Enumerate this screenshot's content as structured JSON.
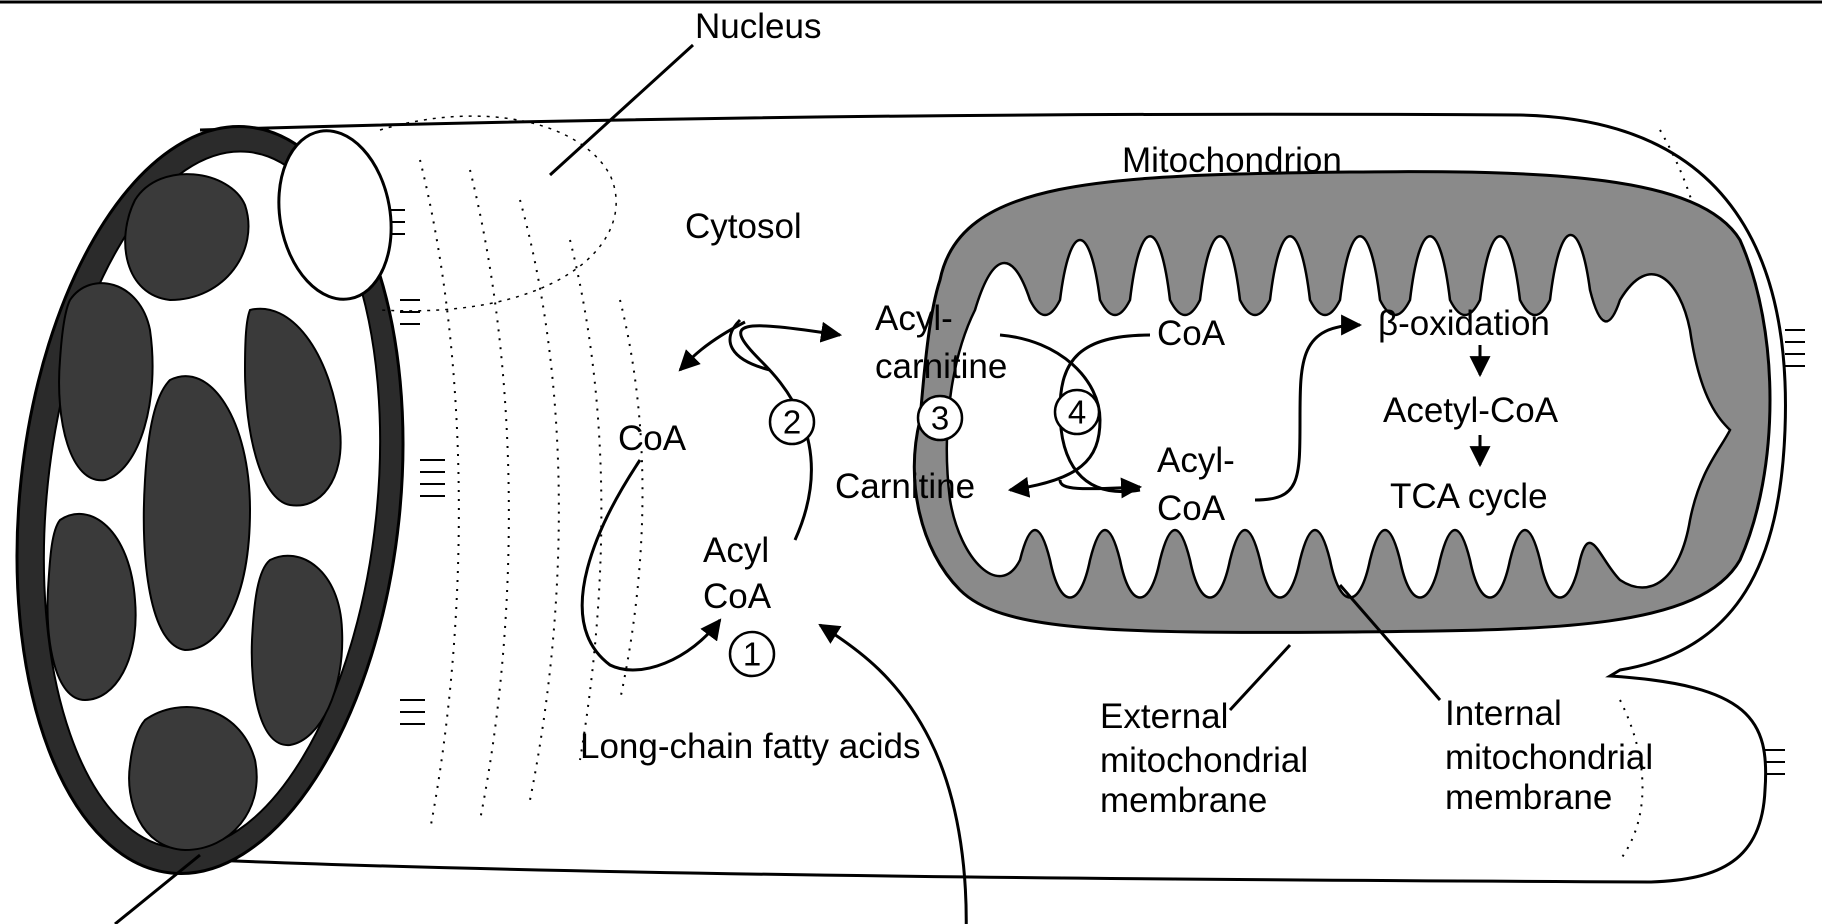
{
  "labels": {
    "nucleus": "Nucleus",
    "cytosol": "Cytosol",
    "mitochondrion": "Mitochondrion",
    "coa_left": "CoA",
    "acyl_carnitine_1": "Acyl-",
    "acyl_carnitine_2": "carnitine",
    "coa_right": "CoA",
    "carnitine": "Carnitine",
    "acyl_coa_cyto_1": "Acyl",
    "acyl_coa_cyto_2": "CoA",
    "acyl_coa_mito_1": "Acyl-",
    "acyl_coa_mito_2": "CoA",
    "beta_oxidation": "β-oxidation",
    "acetyl_coa": "Acetyl-CoA",
    "tca_cycle": "TCA cycle",
    "long_chain_fatty_acids": "Long-chain fatty acids",
    "external_membrane_1": "External",
    "external_membrane_2": "mitochondrial",
    "external_membrane_3": "membrane",
    "internal_membrane_1": "Internal",
    "internal_membrane_2": "mitochondrial",
    "internal_membrane_3": "membrane"
  },
  "steps": {
    "step1": "1",
    "step2": "2",
    "step3": "3",
    "step4": "4"
  },
  "colors": {
    "outline": "#000000",
    "matrix_gray": "#7a7a7a",
    "myofibril_dark": "#3a3a3a",
    "background": "#ffffff"
  }
}
